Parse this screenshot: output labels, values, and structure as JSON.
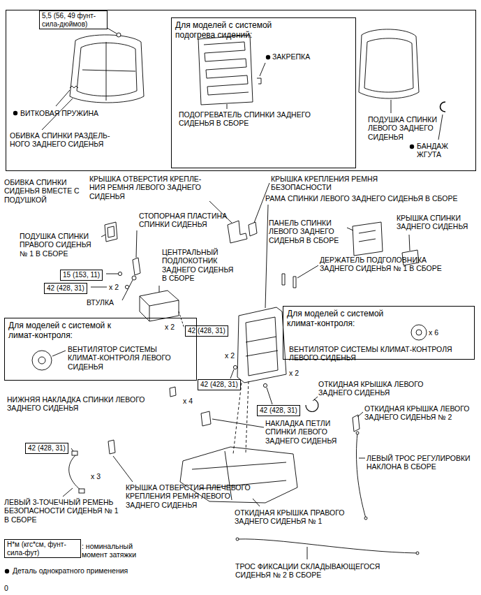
{
  "diagram": {
    "nodes": [
      {
        "text": [
          "ОБИВКА СПИНКИ СИДЕНЬЯ ВМЕСТЕ С ПОДУШКОЙ"
        ]
      },
      {
        "text": [
          "5,5 (56, 49 фунт-сила-дюймов)"
        ],
        "in": 0
      },
      {
        "text": [
          "Для моделей с системой подогрева сидений:"
        ],
        "in": 0
      },
      {
        "text": [
          "15 (153, 11)"
        ]
      },
      {
        "text": [
          "42 (428, 31)"
        ]
      },
      {
        "text": [
          "42 (428, 31)"
        ]
      },
      {
        "text": [
          "Для моделей с системой климат-контроля:"
        ]
      },
      {
        "text": [
          "Для моделей с системой к лимат-контроля:"
        ]
      },
      {
        "text": [
          "42 (428, 31)"
        ]
      },
      {
        "text": [
          "42 (428, 31)"
        ]
      },
      {
        "text": [
          "42 (428, 31)"
        ]
      },
      {
        "text": [
          "Н*м (кгс*см, фунт-сила-фут)"
        ]
      }
    ],
    "labels": [
      "ЗАКРЕПКА",
      "ВИТКОВАЯ ПРУЖИНА",
      "ПОДОГРЕВАТЕЛЬ СПИНКИ ЗАДНЕГО СИДЕНЬЯ В СБОРЕ",
      "ПОДУШКА СПИНКИ ЛЕВОГО ЗАДНЕГО СИДЕНЬЯ",
      "ОБИВКА СПИНКИ РАЗДЕЛЬ-НОГО ЗАДНЕГО СИДЕНЬЯ",
      "БАНДАЖ ЖГУТА",
      "КРЫШКА ОТВЕРСТИЯ КРЕПЛЕ-НИЯ РЕМНЯ ЛЕВОГО ЗАДНЕГО СИДЕНЬЯ",
      "КРЫШКА КРЕПЛЕНИЯ РЕМНЯ БЕЗОПАСНОСТИ",
      "РАМА СПИНКИ ЛЕВОГО ЗАДНЕГО СИДЕНЬЯ В СБОРЕ",
      "СТОПОРНАЯ ПЛАСТИНА СПИНКИ СИДЕНЬЯ",
      "КРЫШКА СПИНКИ ЗАДНЕГО СИДЕНЬЯ",
      "ПАНЕЛЬ СПИНКИ ЛЕВОГО ЗАДНЕГО СИДЕНЬЯ В СБОРЕ",
      "ПОДУШКА СПИНКИ ПРАВОГО СИДЕНЬЯ № 1 В СБОРЕ",
      "ЦЕНТРАЛЬНЫЙ ПОДЛОКОТНИК ЗАДНЕГО СИДЕНЬЯ В СБОРЕ",
      "ДЕРЖАТЕЛЬ ПОДГОЛОВНИКА ЗАДНЕГО СИДЕНЬЯ № 1 В СБОРЕ",
      "x 2",
      "ВТУЛКА",
      "x 2",
      "x 6",
      "ВЕНТИЛЯТОР СИСТЕМЫ КЛИМАТ-КОНТРОЛЯ ЛЕВОГО СИДЕНЬЯ",
      "ВЕНТИЛЯТОР СИСТЕМЫ КЛИМАТ-КОНТРОЛЯ ЛЕВОГО СИДЕНЬЯ",
      "x 2",
      "x 2",
      "ОТКИДНАЯ КРЫШКА ЛЕВОГО ЗАДНЕГО СИДЕНЬЯ",
      "НИЖНЯЯ НАКЛАДКА СПИНКИ ЛЕВОГО ЗАДНЕГО СИДЕНЬЯ",
      "x 4",
      "ОТКИДНАЯ КРЫШКА ЛЕВОГО ЗАДНЕГО СИДЕНЬЯ № 2",
      "НАКЛАДКА ПЕТЛИ СПИНКИ ЛЕВОГО ЗАДНЕГО СИДЕНЬЯ",
      "ЛЕВЫЙ ТРОС РЕГУЛИРОВКИ НАКЛОНА В СБОРЕ",
      "x 3",
      "КРЫШКА ОТВЕРСТИЯ ПЛЕЧЕВОГО КРЕПЛЕНИЯ РЕМНЯ ЛЕВОГО ЗАДНЕГО СИДЕНЬЯ",
      "ЛЕВЫЙ 3-ТОЧЕЧНЫЙ РЕМЕНЬ БЕЗОПАСНОСТИ СИДЕНЬЯ № 1 В СБОРЕ",
      "ОТКИДНАЯ КРЫШКА ПРАВОГО ЗАДНЕГО СИДЕНЬЯ № 1",
      "ТРОС ФИКСАЦИИ СКЛАДЫВАЮЩЕГОСЯ СИДЕНЬЯ № 2 В СБОРЕ",
      "0"
    ],
    "legend": [
      {
        "text": ": номинальный момент затяжки"
      },
      {
        "text": "Деталь однократного применения"
      }
    ]
  }
}
